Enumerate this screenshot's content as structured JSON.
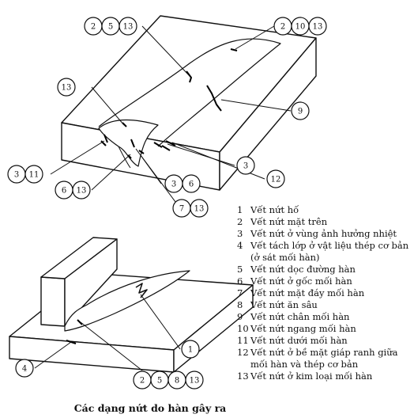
{
  "figure": {
    "caption": "Các dạng nứt do hàn gây ra",
    "top_callouts": [
      {
        "id": "c-2-5-13",
        "labels": [
          "2",
          "5",
          "13"
        ]
      },
      {
        "id": "c-2-10-13",
        "labels": [
          "2",
          "10",
          "13"
        ]
      },
      {
        "id": "c-13",
        "labels": [
          "13"
        ]
      },
      {
        "id": "c-9",
        "labels": [
          "9"
        ]
      },
      {
        "id": "c-3",
        "labels": [
          "3"
        ]
      },
      {
        "id": "c-12",
        "labels": [
          "12"
        ]
      },
      {
        "id": "c-3-11",
        "labels": [
          "3",
          "11"
        ]
      },
      {
        "id": "c-6-13",
        "labels": [
          "6",
          "13"
        ]
      },
      {
        "id": "c-3-6",
        "labels": [
          "3",
          "6"
        ]
      },
      {
        "id": "c-7-13",
        "labels": [
          "7",
          "13"
        ]
      }
    ],
    "bottom_callouts": [
      {
        "id": "c-1",
        "labels": [
          "1"
        ]
      },
      {
        "id": "c-4",
        "labels": [
          "4"
        ]
      },
      {
        "id": "c-2-5-8-13",
        "labels": [
          "2",
          "5",
          "8",
          "13"
        ]
      }
    ]
  },
  "legend": [
    {
      "num": "1",
      "text": "Vết nứt hố"
    },
    {
      "num": "2",
      "text": "Vết nứt mặt trên"
    },
    {
      "num": "3",
      "text": "Vết nứt ở vùng ảnh hưởng nhiệt"
    },
    {
      "num": "4",
      "text": "Vết tách lớp ở vật liệu thép cơ bản (ở sát mối hàn)"
    },
    {
      "num": "5",
      "text": "Vết nứt dọc đường hàn"
    },
    {
      "num": "6",
      "text": "Vết nứt ở gốc mối hàn"
    },
    {
      "num": "7",
      "text": "Vết nứt mặt đáy mối hàn"
    },
    {
      "num": "8",
      "text": "Vết nứt ăn sâu"
    },
    {
      "num": "9",
      "text": "Vết nứt chân mối hàn"
    },
    {
      "num": "10",
      "text": "Vết nứt ngang mối hàn"
    },
    {
      "num": "11",
      "text": "Vết nứt dưới mối hàn"
    },
    {
      "num": "12",
      "text": "Vết nứt ở bề mặt giáp ranh giữa mối hàn và thép cơ bản"
    },
    {
      "num": "13",
      "text": "Vết nứt ở kim loại mối hàn"
    }
  ]
}
